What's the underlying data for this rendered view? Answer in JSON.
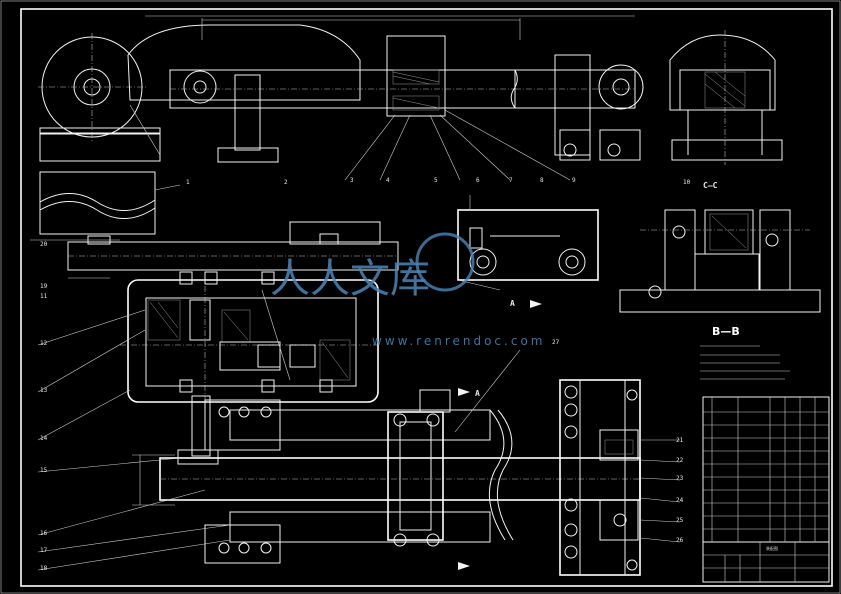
{
  "drawing": {
    "section_label": "B—B",
    "section_c_label": "C—C",
    "view_a_label": "A",
    "arrow_a_label": "A",
    "title_block_label": "装配图"
  },
  "watermark": {
    "text": "人人文库",
    "url": "www.renrendoc.com"
  },
  "balloons": [
    "1",
    "2",
    "3",
    "4",
    "5",
    "6",
    "7",
    "8",
    "9",
    "10",
    "11",
    "12",
    "13",
    "14",
    "15",
    "16",
    "17",
    "18",
    "19",
    "20",
    "21",
    "22",
    "23",
    "24",
    "25",
    "26",
    "27"
  ],
  "colors": {
    "background": "#000000",
    "lines": "#f2f2f2",
    "watermark": "#4a86b8"
  }
}
